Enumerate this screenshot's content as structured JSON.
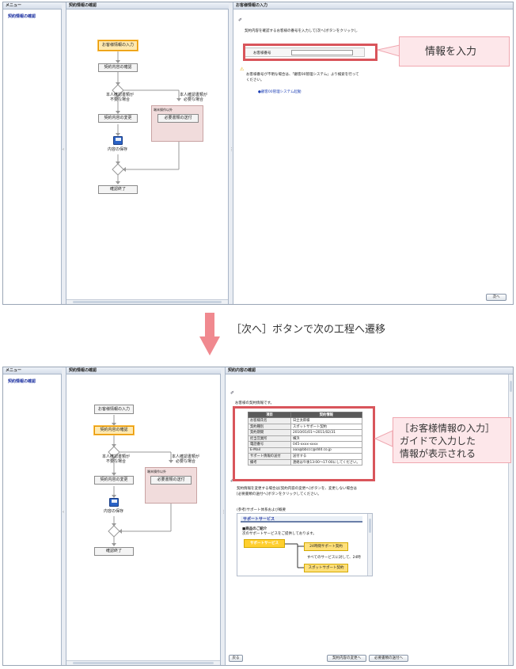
{
  "common": {
    "menu_title": "メニュー",
    "menu_item": "契約情報の確認",
    "flow_title": "契約情報の確認",
    "steps": {
      "customer_input": "お客様情報の入力",
      "contract_check": "契約内容の確認",
      "branch_left": [
        "本人確認書類が",
        "不要な場合"
      ],
      "branch_right": [
        "本人確認書類が",
        "必要な場合"
      ],
      "group_label": "端末操作以外",
      "send_docs": "必要書類の送付",
      "change_contract": "契約内容の変更",
      "save_content": "内容の保存",
      "confirm_done": "確認終了"
    }
  },
  "screen1": {
    "guide_title": "お客様情報の入力",
    "instruction": "契約内容を確認するお客様の番号を入力して[次へ]ボタンをクリックし",
    "field_label": "お客様番号",
    "field_value": "",
    "warning_line1": "お客様番号が不明な場合は、「顧客00管理システム」より検索を行って",
    "warning_line2": "ください。",
    "link": "●顧客00管理システム起動",
    "next_button": "次へ"
  },
  "callout1": "情報を入力",
  "transition_text": "［次へ］ボタンで次の工程へ遷移",
  "screen2": {
    "guide_title": "契約内容の確認",
    "intro": "お客様の契約情報です。",
    "table_headers": [
      "項目",
      "契約情報"
    ],
    "rows": [
      [
        "お客様氏名",
        "日立太郎様"
      ],
      [
        "契約種別",
        "スポットサポート契約"
      ],
      [
        "契約期間",
        "2010/01/01～2011/02/31"
      ],
      [
        "担当営業所",
        "横浜"
      ],
      [
        "電話番号",
        "045-xxxx-xxxx"
      ],
      [
        "E-Mail",
        "aaa@bbccc@ddd.co.jp"
      ],
      [
        "サポート情報の送付",
        "送付する"
      ],
      [
        "備考",
        "連絡は午後13:00～17:00にしてください。"
      ]
    ],
    "change_line1": "契約情報を変更する場合は[契約内容の変更へ]ボタンを、変更しない場合は",
    "change_line2": "[必要書類の送付へ]ボタンをクリックしてください。",
    "reference": "(参考)サポート体系および概要",
    "support_title": "サポートサービス",
    "product_heading": "■商品のご紹介",
    "product_desc": "次のサポートサービスをご提供しております。",
    "service_main": "サポートサービス",
    "service_24h": "24時間サポート契約",
    "service_all": "すべてのサービスに対して、24時",
    "service_spot": "スポットサポート契約",
    "back_button": "戻る",
    "change_button": "契約内容の変更へ",
    "send_button": "必要書類の送付へ"
  },
  "callout2": [
    "［お客様情報の入力］",
    "ガイドで入力した",
    "情報が表示される"
  ],
  "colors": {
    "callout_border": "#d9555b",
    "callout_fill": "#fde7ea",
    "active_step": "#ffe9b0",
    "arrow": "#f0898f"
  }
}
